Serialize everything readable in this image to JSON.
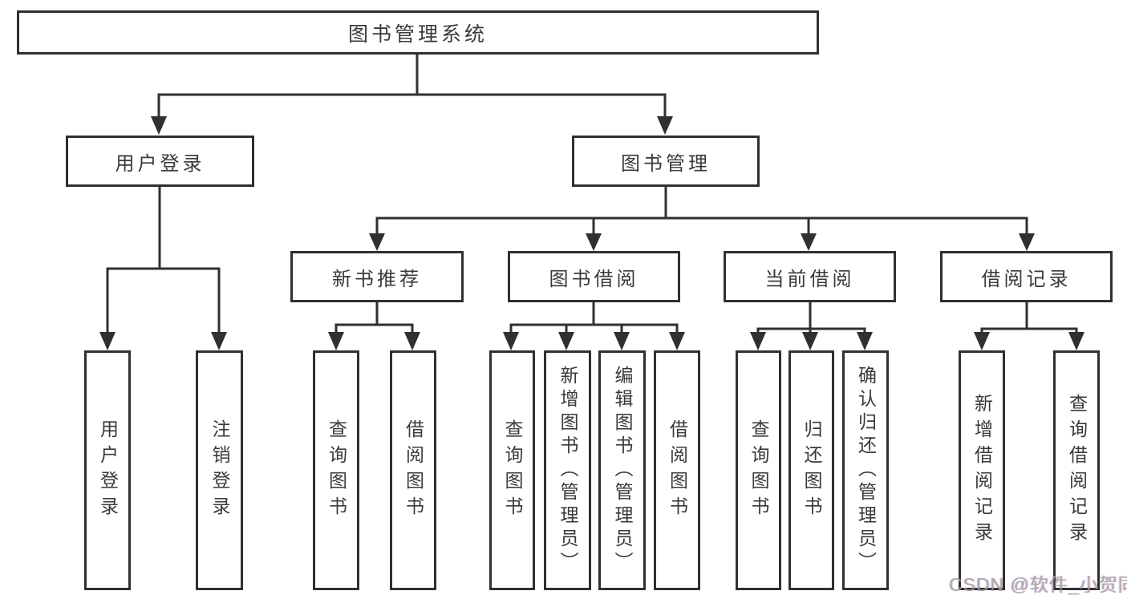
{
  "diagram": {
    "watermark": "CSDN @软件_小贺同学",
    "colors": {
      "line": "#303030",
      "border": "#303030",
      "text": "#3a3a3a",
      "watermark": "#9f9f9f",
      "background": "#ffffff"
    },
    "tree": {
      "label": "图书管理系统",
      "children": [
        {
          "label": "用户登录",
          "children": [
            {
              "label": "用户登录"
            },
            {
              "label": "注销登录"
            }
          ]
        },
        {
          "label": "图书管理",
          "children": [
            {
              "label": "新书推荐",
              "children": [
                {
                  "label": "查询图书"
                },
                {
                  "label": "借阅图书"
                }
              ]
            },
            {
              "label": "图书借阅",
              "children": [
                {
                  "label": "查询图书"
                },
                {
                  "label": "新增图书（管理员）"
                },
                {
                  "label": "编辑图书（管理员）"
                },
                {
                  "label": "借阅图书"
                }
              ]
            },
            {
              "label": "当前借阅",
              "children": [
                {
                  "label": "查询图书"
                },
                {
                  "label": "归还图书"
                },
                {
                  "label": "确认归还（管理员）"
                }
              ]
            },
            {
              "label": "借阅记录",
              "children": [
                {
                  "label": "新增借阅记录"
                },
                {
                  "label": "查询借阅记录"
                }
              ]
            }
          ]
        }
      ]
    }
  }
}
